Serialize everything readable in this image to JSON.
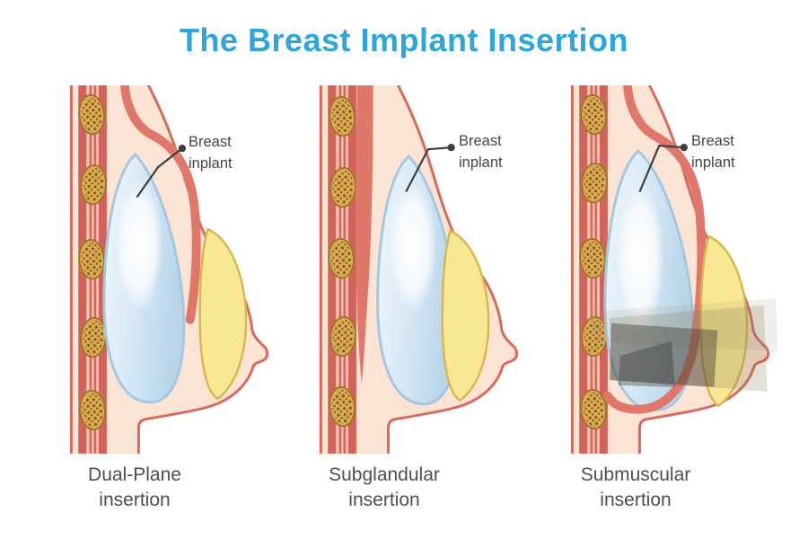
{
  "title": "The Breast Implant Insertion",
  "panels": [
    {
      "id": "dual-plane",
      "label": "Breast\ninplant",
      "caption": "Dual-Plane\ninsertion"
    },
    {
      "id": "subglandular",
      "label": "Breast\ninplant",
      "caption": "Subglandular\ninsertion"
    },
    {
      "id": "submuscular",
      "label": "Breast\ninplant",
      "caption": "Submuscular\ninsertion"
    }
  ],
  "colors": {
    "title_blue": "#2ea6d9",
    "skin_fill": "#fce4d5",
    "skin_outline": "#d8695d",
    "muscle": "#e0776b",
    "muscle_dark": "#d2635a",
    "fat_lobule": "#dcab52",
    "fat_lobule_outline": "#9d762d",
    "implant_fill": "#d3e6f4",
    "implant_outline": "#a6c7e0",
    "gland_fill": "#f9e893",
    "gland_outline": "#d7b84e",
    "label_text": "#454545",
    "caption_text": "#4e4e4e"
  }
}
